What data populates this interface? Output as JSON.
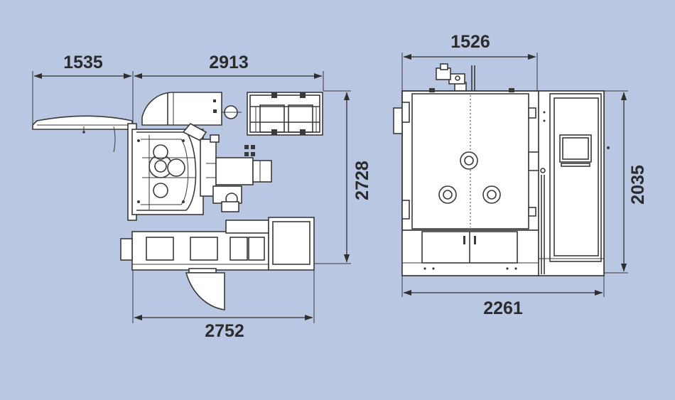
{
  "palette": {
    "background": "#b9c7e3",
    "line": "#3a3a3a",
    "body": "#ffffff"
  },
  "views": {
    "top_view": {
      "dimensions": {
        "left_overhang": "1535",
        "top_width": "2913",
        "bottom_width": "2752",
        "depth": "2728"
      }
    },
    "front_view": {
      "dimensions": {
        "top_width": "1526",
        "total_width": "2261",
        "height": "2035"
      }
    }
  }
}
